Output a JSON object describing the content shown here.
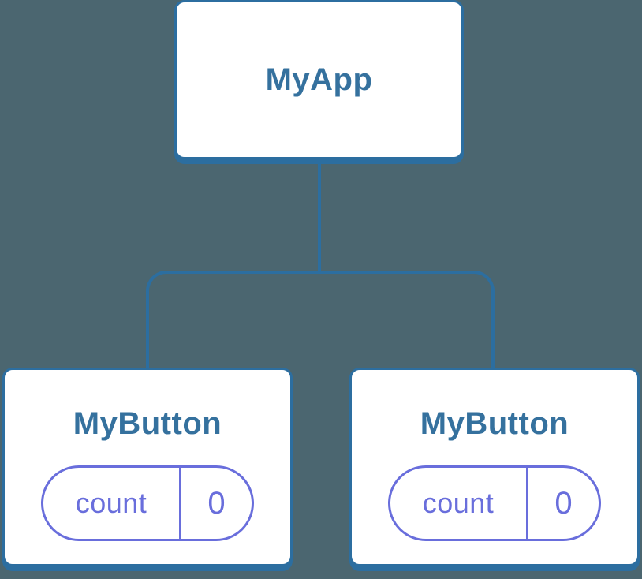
{
  "colors": {
    "background": "#4B6670",
    "connector": "#2C6EA0",
    "card_background": "#FFFFFF",
    "card_border": "#2C6EA0",
    "card_label": "#35719E",
    "state_accent": "#696EDC"
  },
  "tree": {
    "root": {
      "label": "MyApp"
    },
    "children": [
      {
        "label": "MyButton",
        "state": {
          "name": "count",
          "value": "0"
        }
      },
      {
        "label": "MyButton",
        "state": {
          "name": "count",
          "value": "0"
        }
      }
    ]
  }
}
